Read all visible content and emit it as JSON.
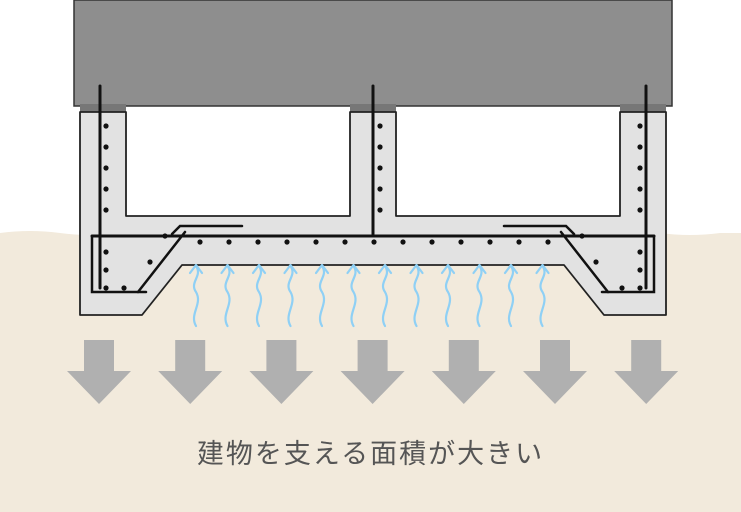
{
  "caption": "建物を支える面積が大きい",
  "colors": {
    "ground": "#f2eadc",
    "building": "#8e8e8e",
    "concrete": "#e2e2e2",
    "outline": "#222222",
    "rebar": "#111111",
    "moisture": "#8fd0f5",
    "load_arrow": "#b0b0b0"
  },
  "icons": {
    "moisture": "wavy-upward-arrow",
    "load": "downward-block-arrow"
  },
  "counts": {
    "moisture_arrows": 12,
    "load_arrows": 7
  }
}
